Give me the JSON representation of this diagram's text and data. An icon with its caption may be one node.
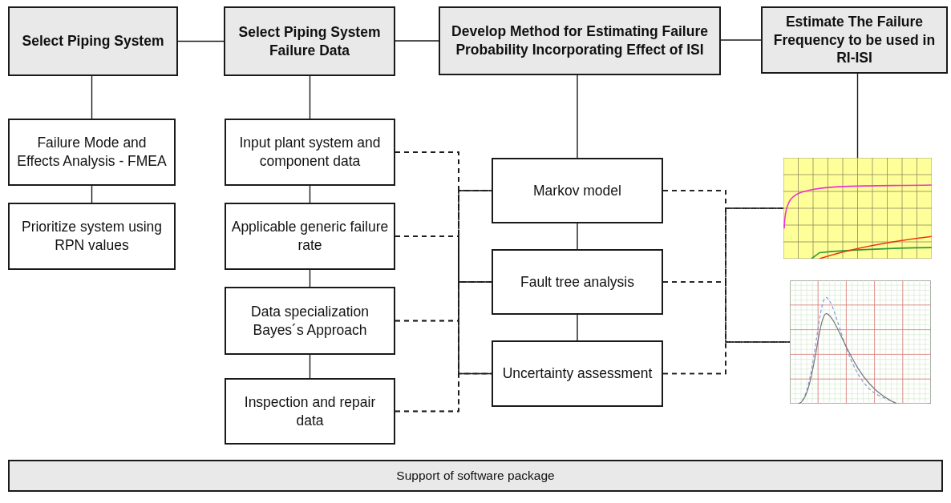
{
  "diagram": {
    "nodes": [
      {
        "text": [
          "Select Piping System"
        ]
      },
      {
        "text": [
          "Select Piping System Failure Data"
        ]
      },
      {
        "text": [
          "Develop Method for Estimating Failure Probability Incorporating Effect of ISI"
        ]
      },
      {
        "text": [
          "Estimate The Failure Frequency to be used in RI-ISI"
        ]
      },
      {
        "text": [
          "Failure Mode and Effects Analysis - FMEA"
        ]
      },
      {
        "text": [
          "Prioritize system using RPN values"
        ]
      },
      {
        "text": [
          "Input plant system and component data"
        ]
      },
      {
        "text": [
          "Applicable generic failure rate"
        ]
      },
      {
        "text": [
          "Data specialization Bayes´s Approach"
        ]
      },
      {
        "text": [
          "Inspection and repair data"
        ]
      },
      {
        "text": [
          "Markov model"
        ]
      },
      {
        "text": [
          "Fault tree analysis"
        ]
      },
      {
        "text": [
          "Uncertainty assessment"
        ]
      },
      {
        "text": [],
        "shape": "picture"
      },
      {
        "text": [],
        "shape": "picture"
      },
      {
        "text": [
          "Support of software package"
        ]
      }
    ],
    "edges": [
      {
        "from": 0,
        "to": 1,
        "arrow": "none"
      },
      {
        "from": 1,
        "to": 2,
        "arrow": "none"
      },
      {
        "from": 2,
        "to": 3,
        "arrow": "none"
      },
      {
        "from": 0,
        "to": 4,
        "arrow": "none"
      },
      {
        "from": 4,
        "to": 5,
        "arrow": "none"
      },
      {
        "from": 1,
        "to": 6,
        "arrow": "none"
      },
      {
        "from": 6,
        "to": 7,
        "arrow": "none"
      },
      {
        "from": 7,
        "to": 8,
        "arrow": "none"
      },
      {
        "from": 8,
        "to": 9,
        "arrow": "none"
      },
      {
        "from": 2,
        "to": 10,
        "arrow": "none"
      },
      {
        "from": 10,
        "to": 11,
        "arrow": "none"
      },
      {
        "from": 11,
        "to": 12,
        "arrow": "none"
      },
      {
        "from": 3,
        "to": 13,
        "arrow": "none"
      },
      {
        "from": 6,
        "to": 10,
        "arrow": "none",
        "style": "dashed"
      },
      {
        "from": 6,
        "to": 11,
        "arrow": "none",
        "style": "dashed"
      },
      {
        "from": 6,
        "to": 12,
        "arrow": "none",
        "style": "dashed"
      },
      {
        "from": 7,
        "to": 10,
        "arrow": "none",
        "style": "dashed"
      },
      {
        "from": 7,
        "to": 11,
        "arrow": "none",
        "style": "dashed"
      },
      {
        "from": 7,
        "to": 12,
        "arrow": "none",
        "style": "dashed"
      },
      {
        "from": 8,
        "to": 10,
        "arrow": "none",
        "style": "dashed"
      },
      {
        "from": 8,
        "to": 11,
        "arrow": "none",
        "style": "dashed"
      },
      {
        "from": 8,
        "to": 12,
        "arrow": "none",
        "style": "dashed"
      },
      {
        "from": 9,
        "to": 10,
        "arrow": "none",
        "style": "dashed"
      },
      {
        "from": 9,
        "to": 11,
        "arrow": "none",
        "style": "dashed"
      },
      {
        "from": 9,
        "to": 12,
        "arrow": "none",
        "style": "dashed"
      },
      {
        "from": 10,
        "to": 13,
        "arrow": "none",
        "style": "dashed"
      },
      {
        "from": 10,
        "to": 14,
        "arrow": "none",
        "style": "dashed"
      },
      {
        "from": 11,
        "to": 13,
        "arrow": "none",
        "style": "dashed"
      },
      {
        "from": 11,
        "to": 14,
        "arrow": "none",
        "style": "dashed"
      },
      {
        "from": 12,
        "to": 13,
        "arrow": "none",
        "style": "dashed"
      },
      {
        "from": 12,
        "to": 14,
        "arrow": "none",
        "style": "dashed"
      }
    ]
  }
}
